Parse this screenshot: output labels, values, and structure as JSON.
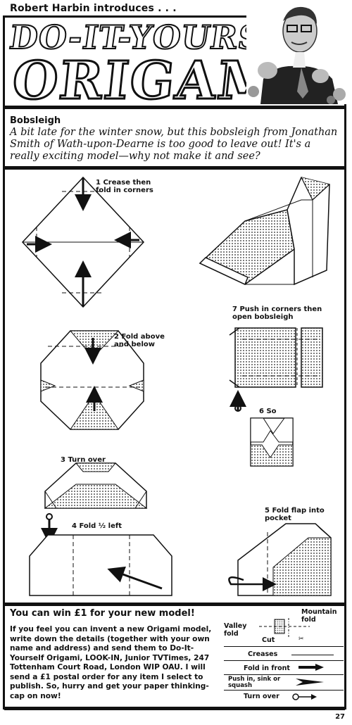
{
  "header": {
    "intro": "Robert Harbin introduces . . .",
    "title_line1": "DO-IT-YOURSELF",
    "title_line2": "ORIGAMI"
  },
  "article": {
    "heading": "Bobsleigh",
    "intro": "A bit late for the winter snow, but this bobsleigh from Jonathan Smith of Wath-upon-Dearne is too good to leave out! It's a really exciting model—why not make it and see?"
  },
  "steps": {
    "s1": "1 Crease then fold in corners",
    "s2": "2 Fold above and below",
    "s3": "3 Turn over",
    "s4": "4 Fold ½ left",
    "s5": "5 Fold flap into pocket",
    "s6": "6 So",
    "s7": "7 Push in corners then open bobsleigh"
  },
  "competition": {
    "title": "You can win £1 for your new model!",
    "body": "If you feel you can invent a new Origami model, write down the details (together with your own name and address) and send them to Do-It-Yourself Origami, LOOK-IN, Junior TVTimes, 247 Tottenham Court Road, London WIP OAU. I will send a £1 postal order for any item I select to publish. So, hurry and get your paper thinking-cap on now!"
  },
  "key": {
    "mountain": "Mountain fold",
    "valley": "Valley fold",
    "cut": "Cut",
    "creases": "Creases",
    "fold_in_front": "Fold in front",
    "push_in": "Push in, sink or squash",
    "turn_over": "Turn over"
  },
  "page_number": "27"
}
